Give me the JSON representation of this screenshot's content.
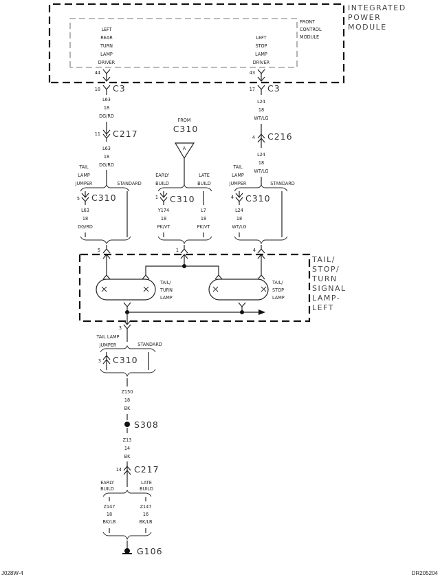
{
  "modules": {
    "integrated_power_module": {
      "label_lines": [
        "INTEGRATED",
        "POWER",
        "MODULE"
      ]
    },
    "front_control_module": {
      "label_lines": [
        "FRONT",
        "CONTROL",
        "MODULE"
      ]
    },
    "left_rear_turn_driver": {
      "label_lines": [
        "LEFT",
        "REAR",
        "TURN",
        "LAMP",
        "DRIVER"
      ],
      "pin": "44"
    },
    "left_stop_driver": {
      "label_lines": [
        "LEFT",
        "STOP",
        "LAMP",
        "DRIVER"
      ],
      "pin": "43"
    },
    "lamp_assembly": {
      "label_lines": [
        "TAIL/",
        "STOP/",
        "TURN",
        "SIGNAL",
        "LAMP-",
        "LEFT"
      ]
    }
  },
  "connectors": {
    "c3_left": {
      "pin": "18",
      "name": "C3"
    },
    "c3_right": {
      "pin": "17",
      "name": "C3"
    },
    "c217_upper": {
      "pin": "11",
      "name": "C217"
    },
    "c216": {
      "pin": "4",
      "name": "C216"
    },
    "c310_left": {
      "pin": "5",
      "name": "C310"
    },
    "c310_mid": {
      "pin": "1",
      "name": "C310"
    },
    "c310_right": {
      "pin": "4",
      "name": "C310"
    },
    "c310_bottom": {
      "pin": "3",
      "name": "C310"
    },
    "c217_lower": {
      "pin": "14",
      "name": "C217"
    },
    "lamp_pin_left": "5",
    "lamp_pin_mid": "1",
    "lamp_pin_right": "4",
    "lamp_pin_bottom": "3"
  },
  "from_ref": {
    "label": "FROM",
    "connector": "C310",
    "flag": "A"
  },
  "wires": {
    "l63_a": {
      "circuit": "L63",
      "gauge": "18",
      "color": "DG/RD"
    },
    "l63_b": {
      "circuit": "L63",
      "gauge": "18",
      "color": "DG/RD"
    },
    "l63_c": {
      "circuit": "L63",
      "gauge": "18",
      "color": "DG/RD"
    },
    "l24_a": {
      "circuit": "L24",
      "gauge": "18",
      "color": "WT/LG"
    },
    "l24_b": {
      "circuit": "L24",
      "gauge": "18",
      "color": "WT/LG"
    },
    "l24_c": {
      "circuit": "L24",
      "gauge": "18",
      "color": "WT/LG"
    },
    "y174": {
      "circuit": "Y174",
      "gauge": "18",
      "color": "PK/VT"
    },
    "l7": {
      "circuit": "L7",
      "gauge": "18",
      "color": "PK/VT"
    },
    "z150": {
      "circuit": "Z150",
      "gauge": "18",
      "color": "BK"
    },
    "z13": {
      "circuit": "Z13",
      "gauge": "14",
      "color": "BK"
    },
    "z147_early": {
      "circuit": "Z147",
      "gauge": "18",
      "color": "BK/LB"
    },
    "z147_late": {
      "circuit": "Z147",
      "gauge": "16",
      "color": "BK/LB"
    }
  },
  "options": {
    "tail_lamp_jumper_left": [
      "TAIL",
      "LAMP",
      "JUMPER"
    ],
    "tail_lamp_jumper_right": [
      "TAIL",
      "LAMP",
      "JUMPER"
    ],
    "tail_lamp_jumper_bottom": [
      "TAIL LAMP",
      "JUMPER"
    ],
    "standard": "STANDARD",
    "early_build": [
      "EARLY",
      "BUILD"
    ],
    "late_build": [
      "LATE",
      "BUILD"
    ]
  },
  "lamps": {
    "tail_turn": [
      "TAIL/",
      "TURN",
      "LAMP"
    ],
    "tail_stop": [
      "TAIL/",
      "STOP",
      "LAMP"
    ]
  },
  "splice": {
    "name": "S308"
  },
  "ground": {
    "name": "G106"
  },
  "footer": {
    "left_code": "J028W-4",
    "right_code": "DR205204"
  }
}
